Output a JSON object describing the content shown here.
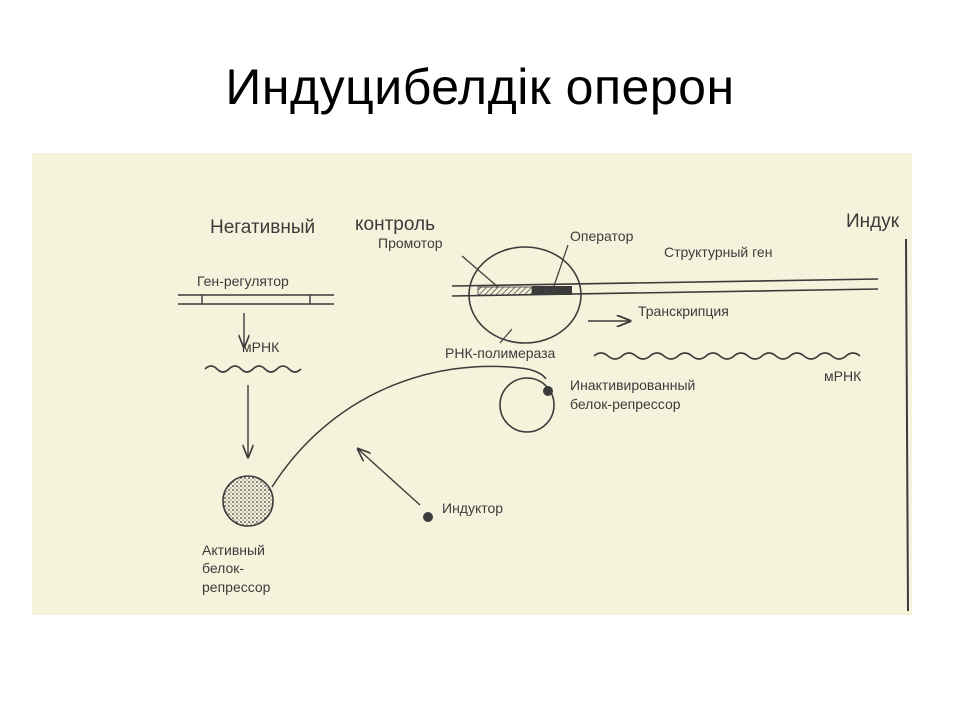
{
  "slide": {
    "title": "Индуцибелдік оперон"
  },
  "diagram": {
    "labels": {
      "negative_control": "Негативный",
      "control": "контроль",
      "promoter": "Промотор",
      "operator": "Оператор",
      "structural_gene": "Структурный ген",
      "induction_cut": "Индук",
      "regulator_gene": "Ген-регулятор",
      "transcription": "Транскрипция",
      "mrna_left": "мРНК",
      "rna_polymerase": "РНК-полимераза",
      "mrna_right": "мРНК",
      "inactivated_line1": "Инактивированный",
      "inactivated_line2": "белок-репрессор",
      "inductor": "Индуктор",
      "active_line1": "Активный",
      "active_line2": "белок-",
      "active_line3": "репрессор"
    },
    "colors": {
      "paper": "#f6f3dc",
      "ink": "#3b3b3b",
      "title": "#000000"
    }
  }
}
